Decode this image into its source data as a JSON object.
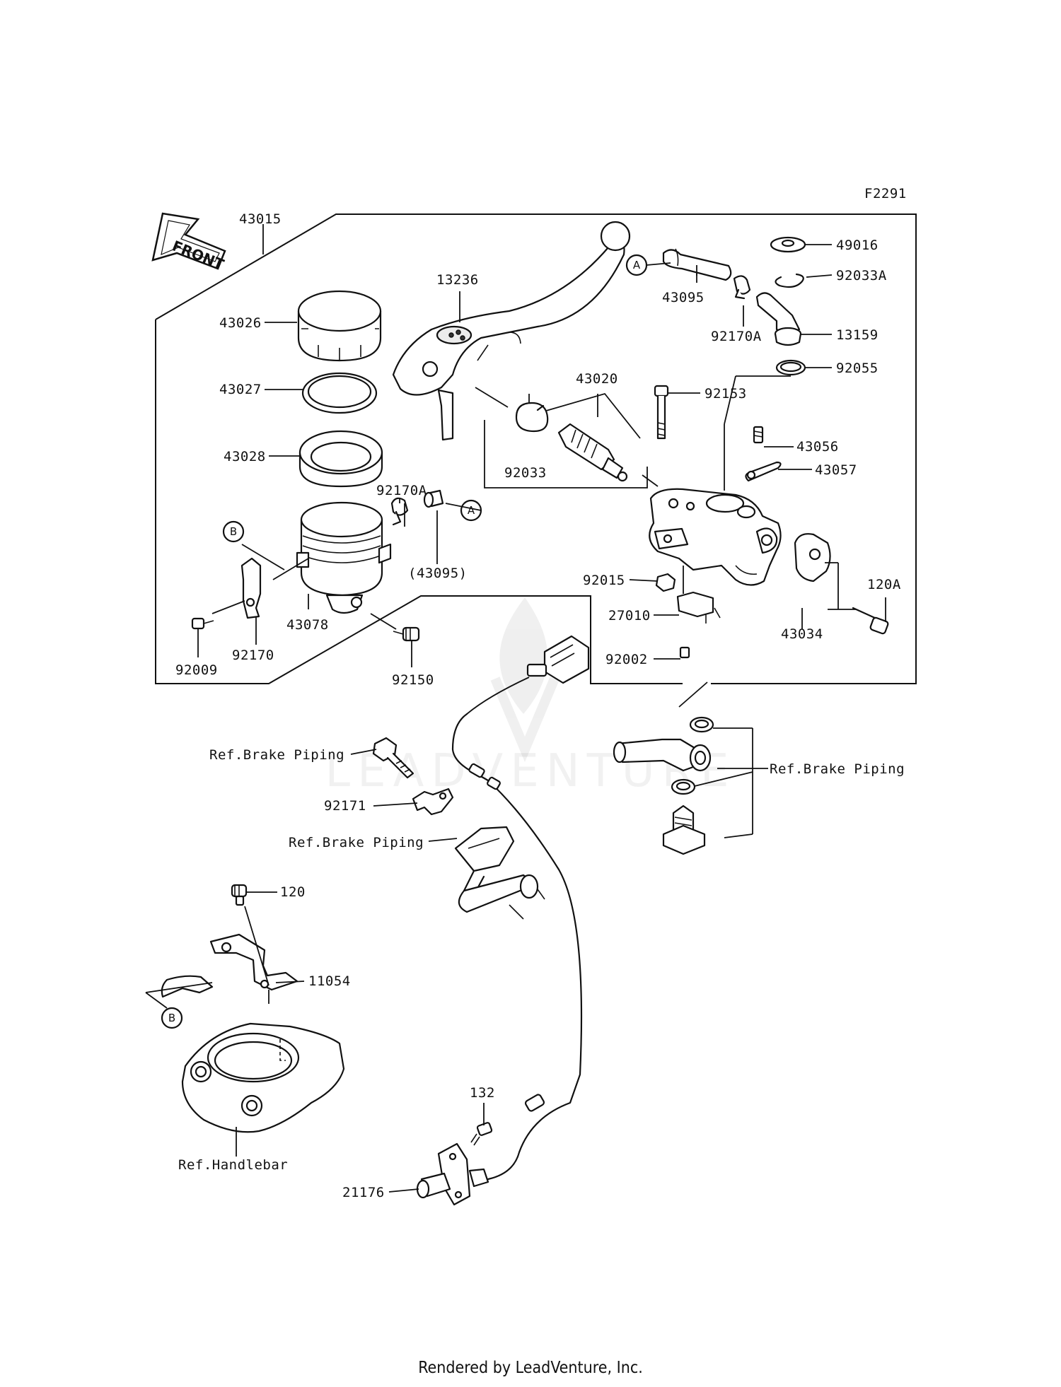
{
  "diagram_code": "F2291",
  "front_label": "FRONT",
  "watermark": "LEADVENTURE",
  "footer": "Rendered by LeadVenture, Inc.",
  "callouts": {
    "a": "A",
    "b": "B"
  },
  "labels": {
    "p43015": "43015",
    "p43026": "43026",
    "p43027": "43027",
    "p43028": "43028",
    "p13236": "13236",
    "p43020": "43020",
    "p92033": "92033",
    "p92170A_left": "92170A",
    "p43095_paren": "(43095)",
    "p43078": "43078",
    "p92170": "92170",
    "p92009": "92009",
    "p92150": "92150",
    "p43095": "43095",
    "p92170A_right": "92170A",
    "p49016": "49016",
    "p92033A": "92033A",
    "p13159": "13159",
    "p92055": "92055",
    "p92153": "92153",
    "p43056": "43056",
    "p43057": "43057",
    "p92015": "92015",
    "p27010": "27010",
    "p92002": "92002",
    "p120A": "120A",
    "p43034": "43034",
    "ref_brake_1": "Ref.Brake Piping",
    "ref_brake_2": "Ref.Brake Piping",
    "ref_brake_3": "Ref.Brake Piping",
    "p92171": "92171",
    "p120": "120",
    "p11054": "11054",
    "ref_handlebar": "Ref.Handlebar",
    "p132": "132",
    "p21176": "21176"
  }
}
